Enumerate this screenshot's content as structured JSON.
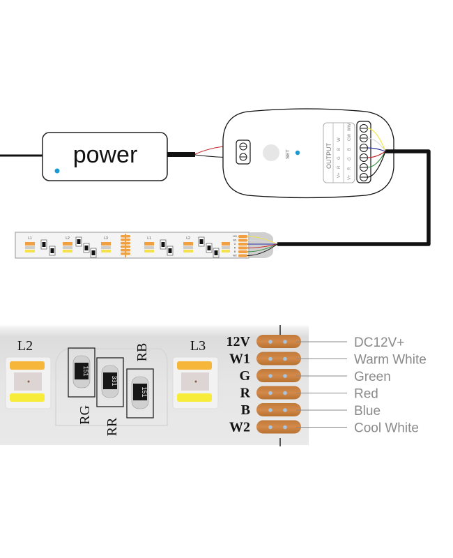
{
  "diagram": {
    "type": "wiring-diagram",
    "power_supply": {
      "label": "power",
      "indicator_color": "#1a9ad0"
    },
    "controller": {
      "button_label": "SET",
      "indicator_color": "#1a9ad0",
      "output_label": "OUTPUT",
      "output_row1": [
        "V+",
        "R",
        "G",
        "B",
        "W"
      ],
      "output_row2": [
        "V+",
        "R",
        "G",
        "B",
        "CW",
        "WW"
      ],
      "terminal_count": 6,
      "input_terminal_count": 2
    },
    "small_strip": {
      "led_labels": [
        "L1",
        "L2",
        "L3",
        "L1",
        "L2"
      ],
      "pad_labels": [
        "12V",
        "W1",
        "G",
        "R",
        "B",
        "W2"
      ]
    },
    "wire_colors": [
      "#f2e64a",
      "#d9d9d9",
      "#2b2fa0",
      "#c0262b",
      "#2e8b3a",
      "#111111"
    ],
    "detail_strip": {
      "led_labels": [
        "L2",
        "L3"
      ],
      "resistors": [
        {
          "silk": "RG",
          "code": "151"
        },
        {
          "silk": "RR",
          "code": "331"
        },
        {
          "silk": "RB",
          "code": "151"
        }
      ],
      "pads": [
        {
          "label": "12V",
          "function": "DC12V+"
        },
        {
          "label": "W1",
          "function": "Warm White"
        },
        {
          "label": "G",
          "function": "Green"
        },
        {
          "label": "R",
          "function": "Red"
        },
        {
          "label": "B",
          "function": "Blue"
        },
        {
          "label": "W2",
          "function": "Cool White"
        }
      ],
      "pad_color": "#d2894a"
    }
  }
}
